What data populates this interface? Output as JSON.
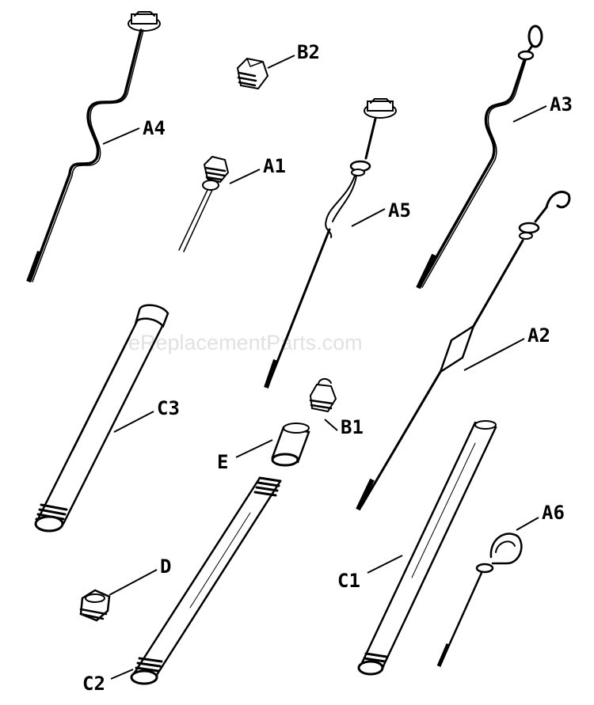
{
  "labels": {
    "a1": "A1",
    "a2": "A2",
    "a3": "A3",
    "a4": "A4",
    "a5": "A5",
    "a6": "A6",
    "b1": "B1",
    "b2": "B2",
    "c1": "C1",
    "c2": "C2",
    "c3": "C3",
    "d": "D",
    "e": "E"
  },
  "watermark": "eReplacementParts.com"
}
